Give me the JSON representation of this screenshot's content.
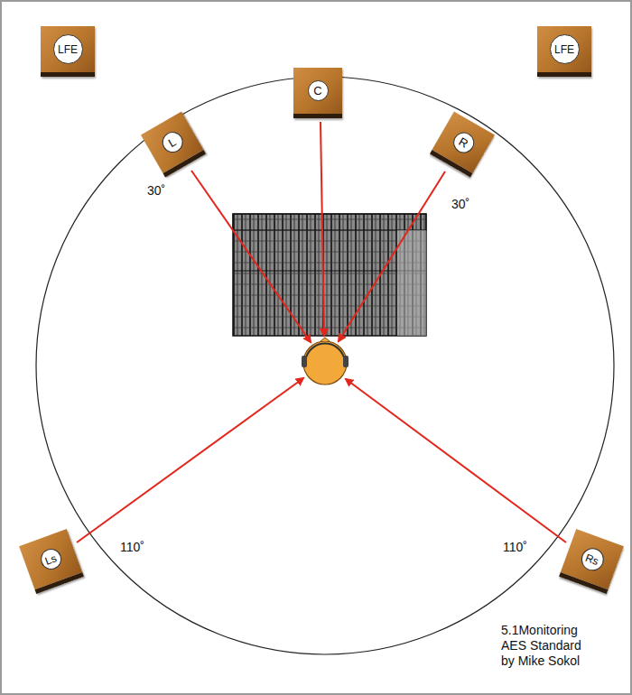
{
  "diagram": {
    "caption": "5.1Monitoring AES Standard by Mike Sokol",
    "nodes": [
      {
        "text": [
          "LFE"
        ]
      },
      {
        "text": [
          "LFE"
        ]
      },
      {
        "text": [
          "C"
        ]
      },
      {
        "text": [
          "L"
        ]
      },
      {
        "text": [
          "R"
        ]
      },
      {
        "text": [
          "Ls"
        ]
      },
      {
        "text": [
          "Rs"
        ]
      }
    ],
    "labels": [
      "30˚",
      "30˚",
      "110˚",
      "110˚"
    ]
  }
}
